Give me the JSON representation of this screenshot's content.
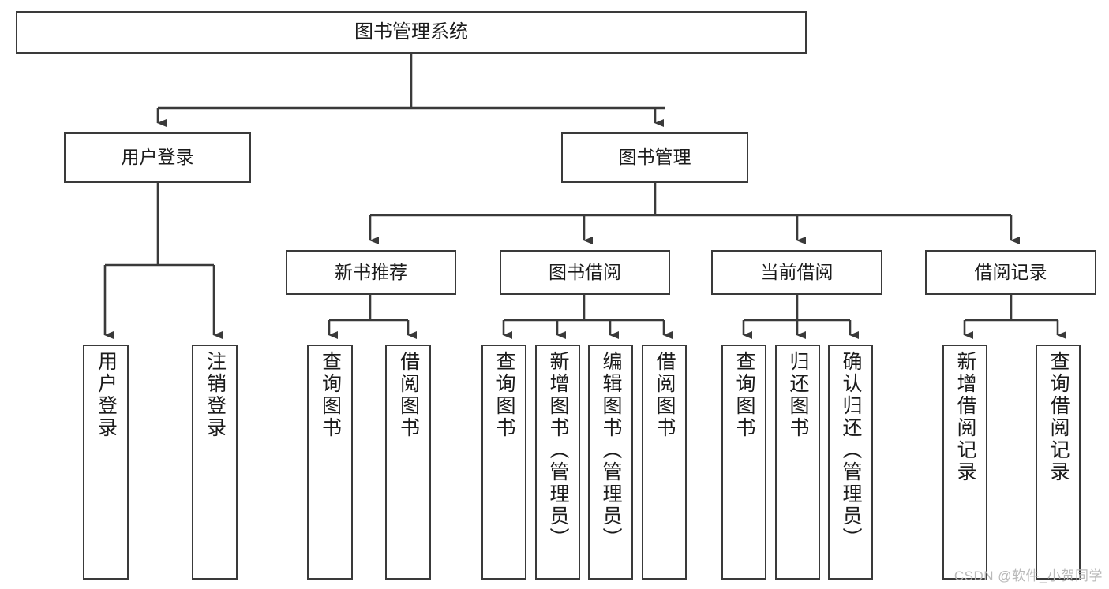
{
  "diagram": {
    "title": "图书管理系统",
    "type": "tree-hierarchy",
    "orientation": "top-down",
    "colors": {
      "box_border": "#3a3a3a",
      "box_fill": "#ffffff",
      "connector": "#3a3a3a",
      "text": "#1b1b1b",
      "watermark": "#b9b9b9"
    }
  },
  "root": {
    "label": "图书管理系统"
  },
  "level2": [
    {
      "label": "用户登录"
    },
    {
      "label": "图书管理"
    }
  ],
  "level3": [
    {
      "label": "新书推荐"
    },
    {
      "label": "图书借阅"
    },
    {
      "label": "当前借阅"
    },
    {
      "label": "借阅记录"
    }
  ],
  "leaves": {
    "user_login": [
      {
        "label": "用户登录"
      },
      {
        "label": "注销登录"
      }
    ],
    "new_book_recommend": [
      {
        "label": "查询图书"
      },
      {
        "label": "借阅图书"
      }
    ],
    "book_borrow": [
      {
        "label": "查询图书"
      },
      {
        "label": "新增图书（管理员）"
      },
      {
        "label": "编辑图书（管理员）"
      },
      {
        "label": "借阅图书"
      }
    ],
    "current_borrow": [
      {
        "label": "查询图书"
      },
      {
        "label": "归还图书"
      },
      {
        "label": "确认归还（管理员）"
      }
    ],
    "borrow_record": [
      {
        "label": "新增借阅记录"
      },
      {
        "label": "查询借阅记录"
      }
    ]
  },
  "watermark": {
    "text": "CSDN @软件_小贺同学"
  }
}
